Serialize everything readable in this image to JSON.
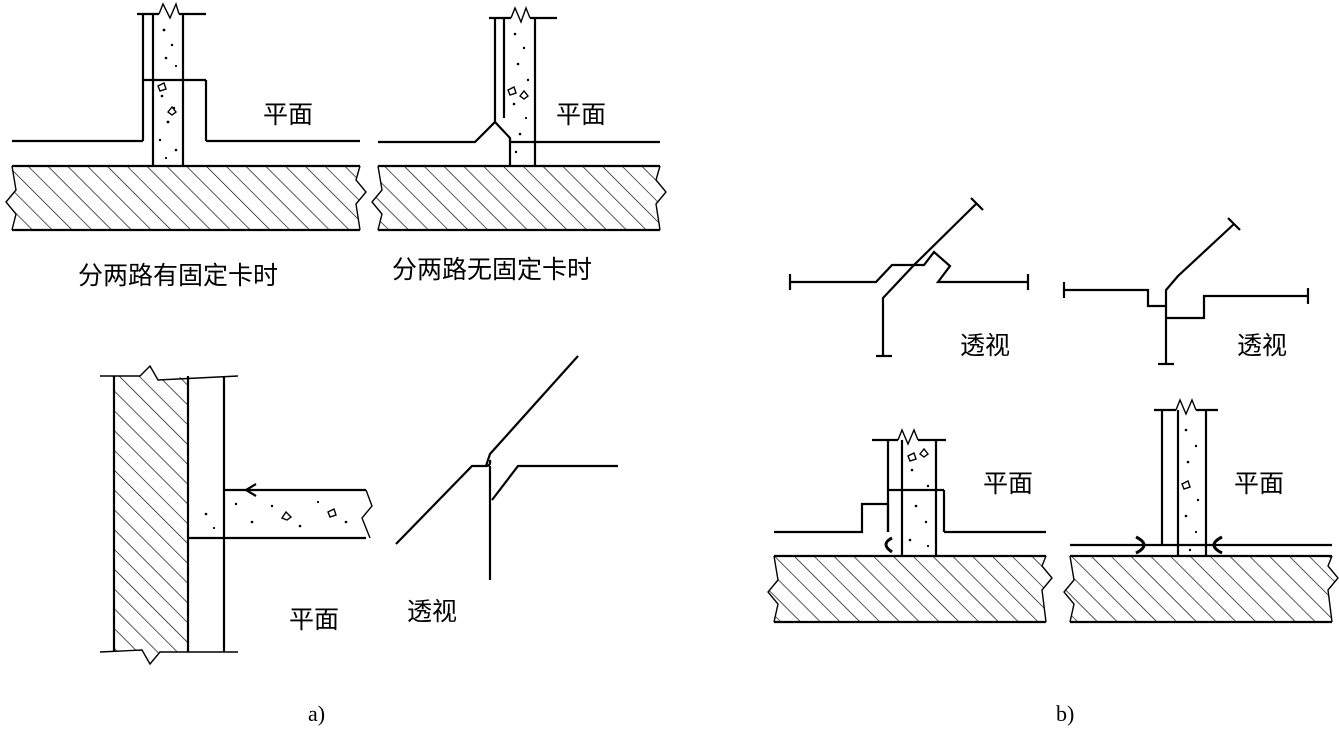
{
  "figure_a": {
    "panel1": {
      "plane_label": "平面",
      "caption": "分两路有固定卡时"
    },
    "panel2": {
      "plane_label": "平面",
      "caption": "分两路无固定卡时"
    },
    "panel3": {
      "plane_label": "平面"
    },
    "panel4": {
      "perspective_label": "透视"
    },
    "caption": "a)"
  },
  "figure_b": {
    "persp1": {
      "perspective_label": "透视"
    },
    "persp2": {
      "perspective_label": "透视"
    },
    "plan1": {
      "plane_label": "平面"
    },
    "plan2": {
      "plane_label": "平面"
    },
    "caption": "b)"
  }
}
